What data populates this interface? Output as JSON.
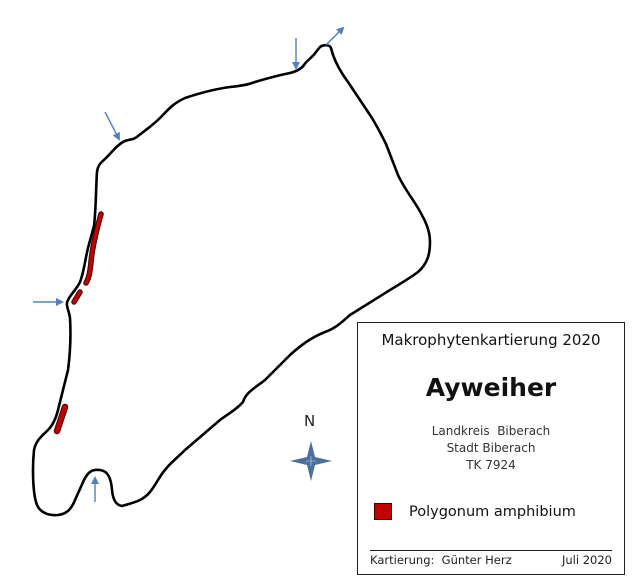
{
  "legend": {
    "heading": "Makrophytenkartierung 2020",
    "lake_name": "Ayweiher",
    "district": "Landkreis  Biberach",
    "city": "Stadt Biberach",
    "map_sheet": "TK 7924",
    "items": [
      {
        "label": "Polygonum amphibium",
        "color": "#c00000"
      }
    ],
    "surveyor": "Kartierung:  Günter Herz",
    "date": "Juli 2020"
  },
  "compass": {
    "label": "N",
    "icon": "compass-rose-icon"
  },
  "colors": {
    "shoreline": "#000000",
    "arrows": "#4f81bd",
    "vegetation": "#c00000"
  }
}
